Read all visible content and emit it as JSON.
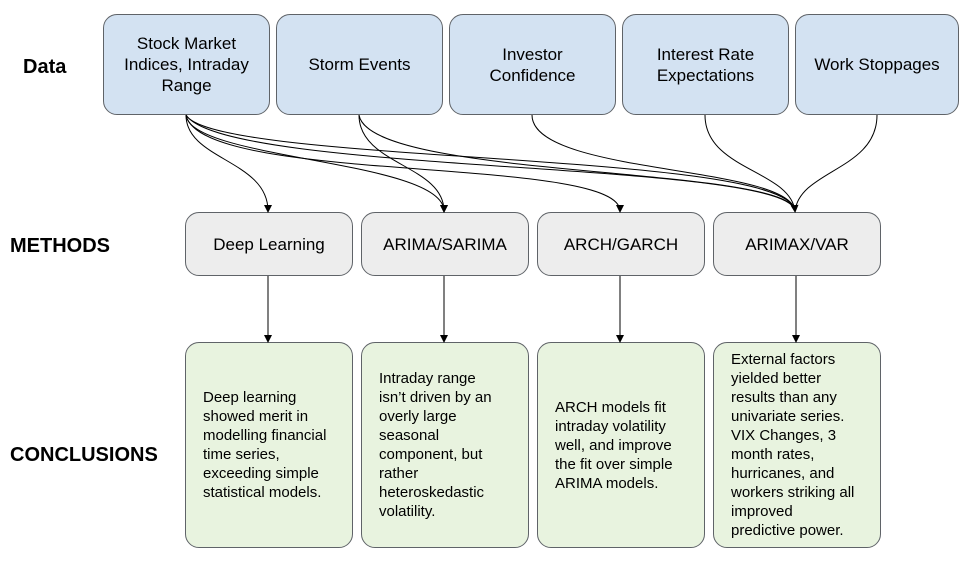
{
  "row_labels": {
    "data": "Data",
    "methods": "METHODS",
    "conclusions": "CONCLUSIONS"
  },
  "data_sources": [
    "Stock Market Indices, Intraday Range",
    "Storm Events",
    "Investor Confidence",
    "Interest Rate Expectations",
    "Work Stoppages"
  ],
  "methods": [
    "Deep Learning",
    "ARIMA/SARIMA",
    "ARCH/GARCH",
    "ARIMAX/VAR"
  ],
  "conclusions": [
    "Deep learning\nshowed merit in\nmodelling financial\ntime series,\nexceeding simple\nstatistical models.",
    "Intraday range\nisn’t driven by an\noverly large\nseasonal\ncomponent, but\nrather\nheteroskedastic\nvolatility.",
    "ARCH models fit\nintraday volatility\nwell, and improve\nthe fit over simple\nARIMA models.",
    "External factors\nyielded better\nresults than any\nunivariate series.\nVIX Changes, 3\nmonth rates,\nhurricanes, and\nworkers striking all\nimproved\npredictive power."
  ]
}
